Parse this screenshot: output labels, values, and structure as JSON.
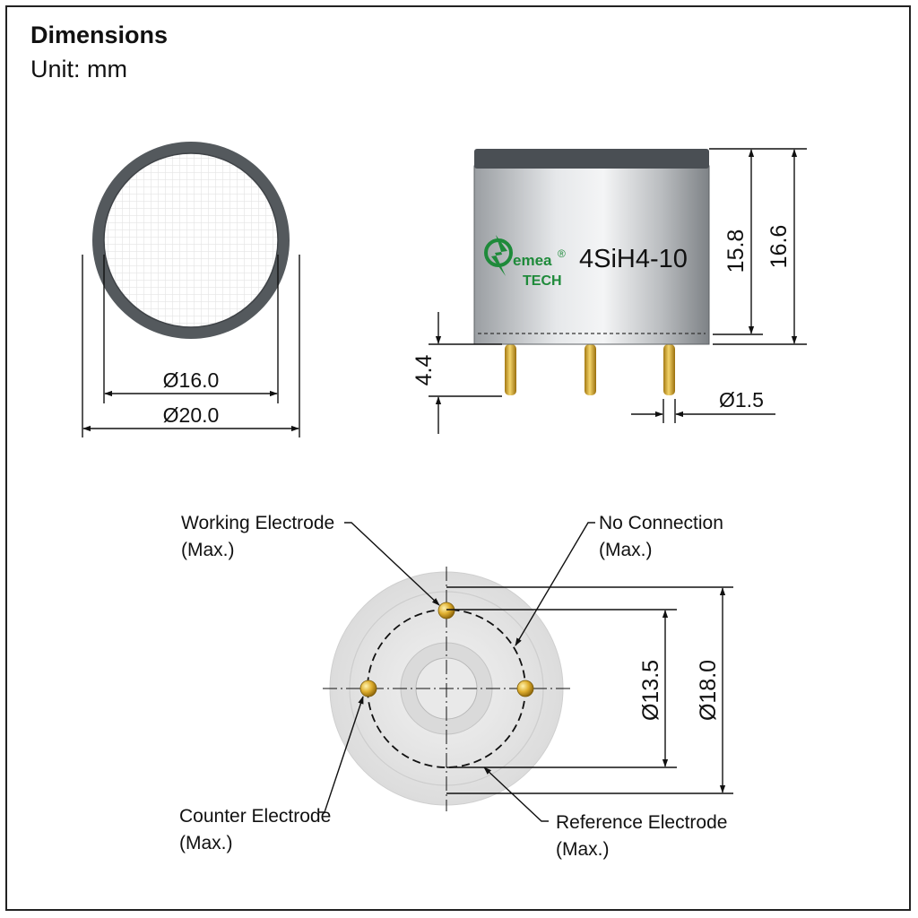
{
  "header": {
    "title": "Dimensions",
    "unit": "Unit: mm"
  },
  "top_view": {
    "inner_diameter": "Ø16.0",
    "outer_diameter": "Ø20.0"
  },
  "side_view": {
    "model": "4SiH4-10",
    "logo": {
      "line1": "emea",
      "line2": "TECH",
      "registered": "®"
    },
    "height_body": "15.8",
    "height_total": "16.6",
    "pin_length": "4.4",
    "pin_diameter": "Ø1.5"
  },
  "bottom_view": {
    "pin_circle_diameter": "Ø13.5",
    "body_diameter": "Ø18.0",
    "labels": {
      "working": {
        "line1": "Working Electrode",
        "line2": "(Max.)"
      },
      "no_connection": {
        "line1": "No Connection",
        "line2": "(Max.)"
      },
      "counter": {
        "line1": "Counter Electrode",
        "line2": "(Max.)"
      },
      "reference": {
        "line1": "Reference Electrode",
        "line2": "(Max.)"
      }
    }
  },
  "colors": {
    "ring": "#54595d",
    "can_light": "#e2e4e6",
    "can_dark": "#8a8e92",
    "cap": "#4a4f54",
    "pin_gold": "#d8a826",
    "logo_green": "#1e8a3a"
  }
}
